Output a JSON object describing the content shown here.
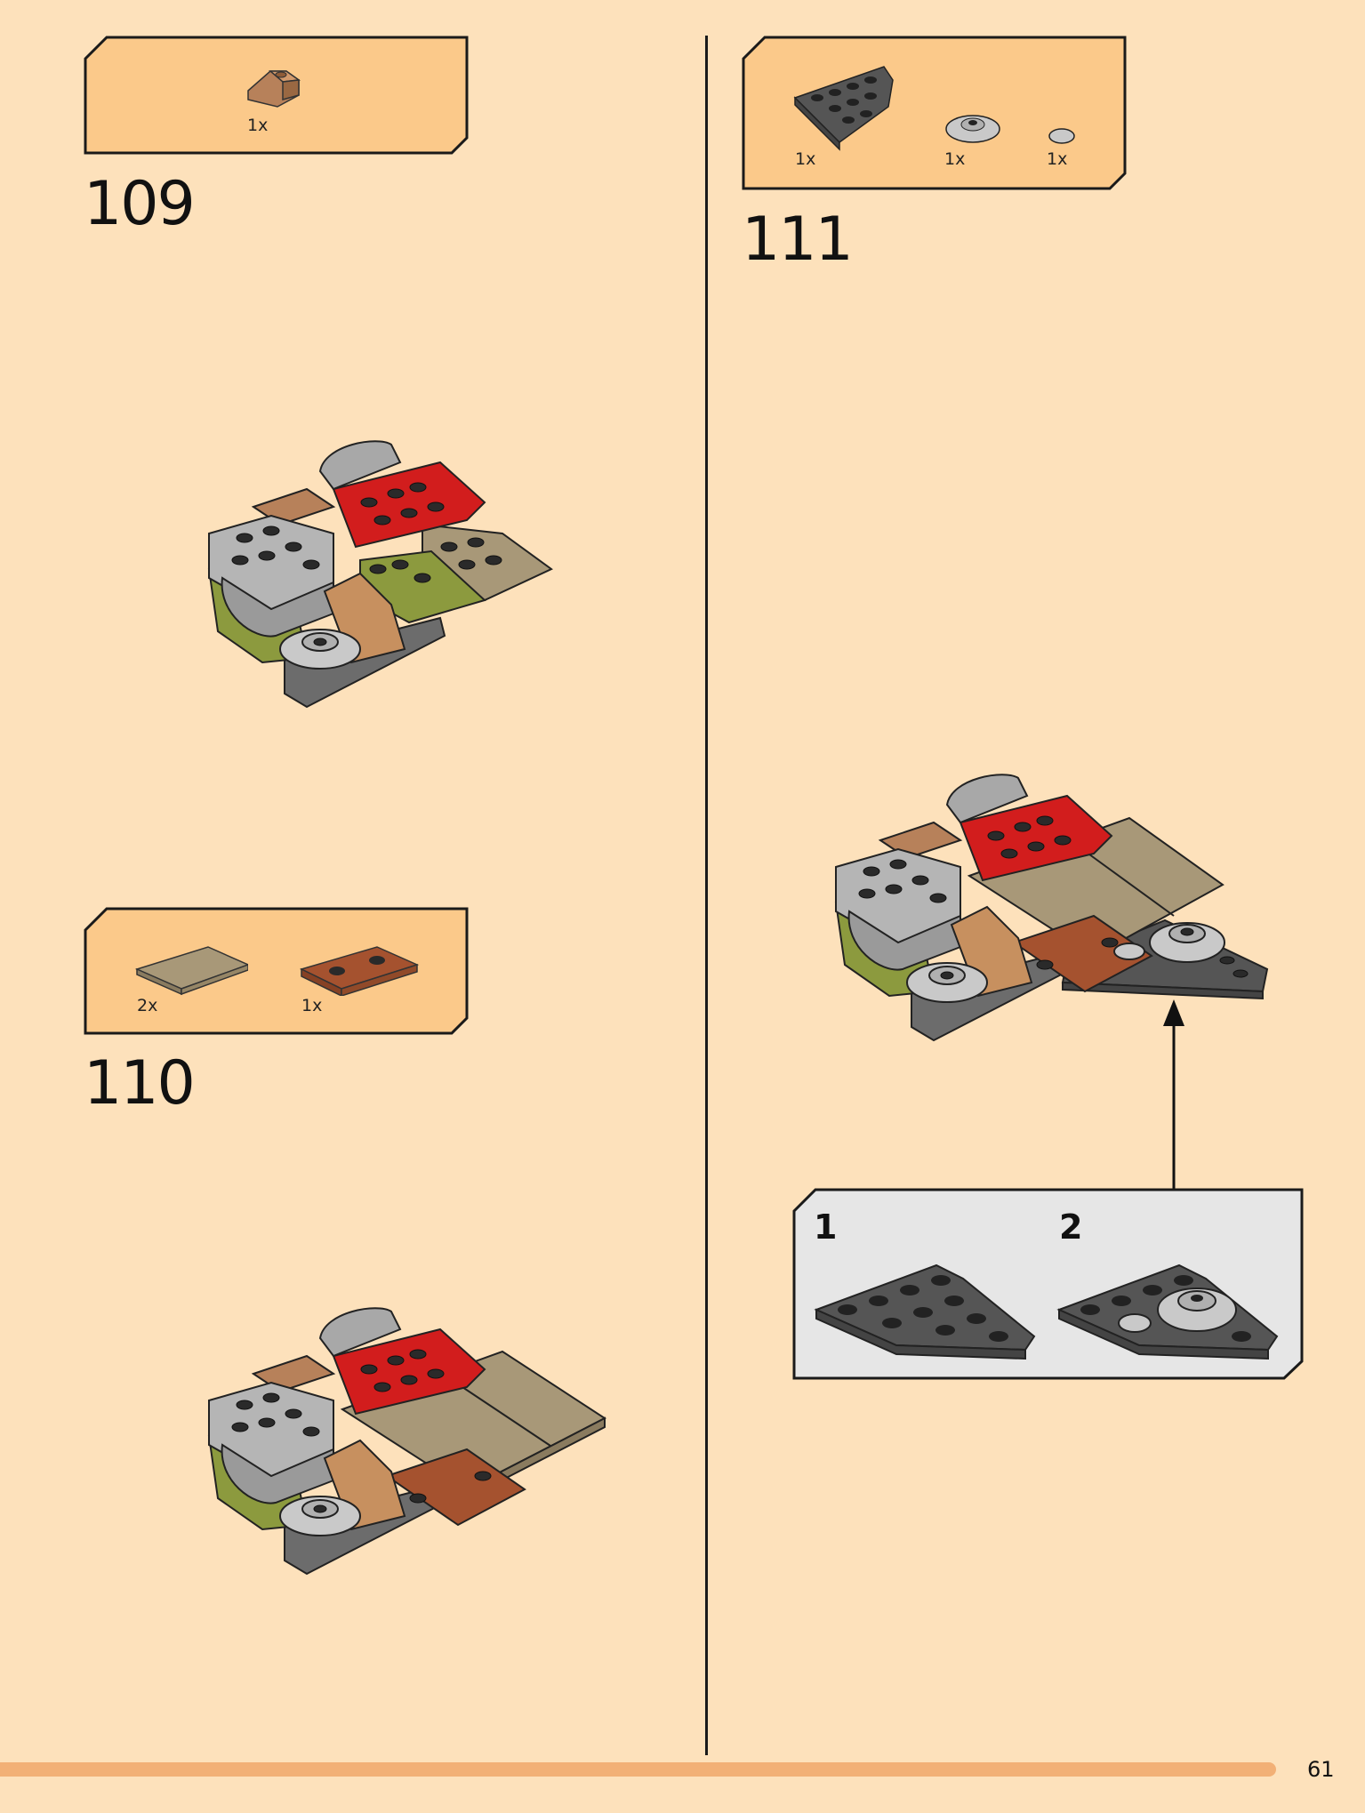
{
  "steps": [
    {
      "number": "109",
      "parts": [
        {
          "qty": "1x",
          "icon": "tan-slope-brick"
        }
      ]
    },
    {
      "number": "110",
      "parts": [
        {
          "qty": "2x",
          "icon": "tan-tile"
        },
        {
          "qty": "1x",
          "icon": "brown-plate-2-studs"
        }
      ]
    },
    {
      "number": "111",
      "parts": [
        {
          "qty": "1x",
          "icon": "dark-gray-wedge-plate"
        },
        {
          "qty": "1x",
          "icon": "gray-round-plate"
        },
        {
          "qty": "1x",
          "icon": "gray-round-tile"
        }
      ],
      "subassembly": {
        "steps": [
          "1",
          "2"
        ]
      }
    }
  ],
  "page": {
    "number": "61"
  },
  "colors": {
    "background": "#fde1bb",
    "callout": "#fbc98a",
    "subassembly": "#e6e6e6",
    "bar": "#f2b076"
  }
}
